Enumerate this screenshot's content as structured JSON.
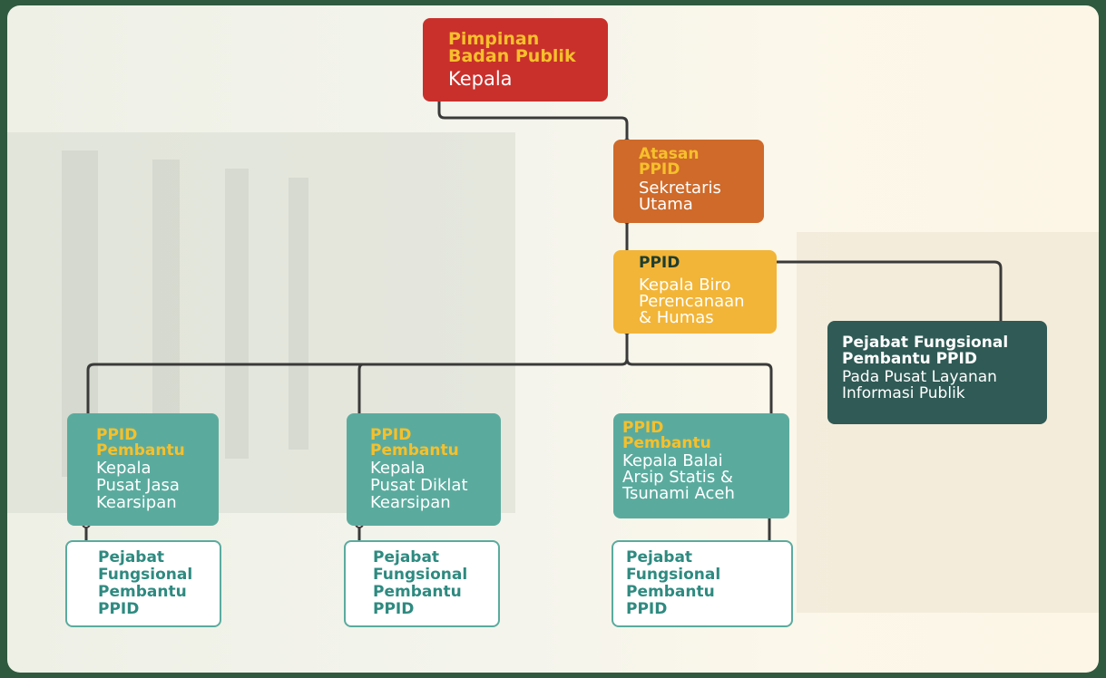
{
  "nodes": {
    "pimpinan": {
      "role": "Pimpinan\nBadan Publik",
      "name": "Kepala"
    },
    "atasan": {
      "role": "Atasan\nPPID",
      "name": "Sekretaris\nUtama"
    },
    "ppid": {
      "role": "PPID",
      "name": "Kepala Biro\nPerencanaan\n& Humas"
    },
    "fungsional_pusat": {
      "role": "Pejabat Fungsional\nPembantu PPID",
      "name": "Pada Pusat Layanan\nInformasi Publik"
    },
    "pembantu_1": {
      "role": "PPID\nPembantu",
      "name": "Kepala\nPusat Jasa\nKearsipan"
    },
    "pembantu_2": {
      "role": "PPID\nPembantu",
      "name": "Kepala\nPusat Diklat\nKearsipan"
    },
    "pembantu_3": {
      "role": "PPID\nPembantu",
      "name": "Kepala Balai\nArsip Statis &\nTsunami Aceh"
    },
    "fungsional_1": {
      "name": "Pejabat\nFungsional\nPembantu\nPPID"
    },
    "fungsional_2": {
      "name": "Pejabat\nFungsional\nPembantu\nPPID"
    },
    "fungsional_3": {
      "name": "Pejabat\nFungsional\nPembantu\nPPID"
    }
  },
  "colors": {
    "red": "#c9302c",
    "orange": "#cf6a2a",
    "amber": "#f2b538",
    "dark_teal": "#2f5a55",
    "teal": "#5aab9e",
    "white_box": "#ffffff",
    "connector": "#3a3a3a",
    "highlight_yellow": "#f6c02b"
  }
}
